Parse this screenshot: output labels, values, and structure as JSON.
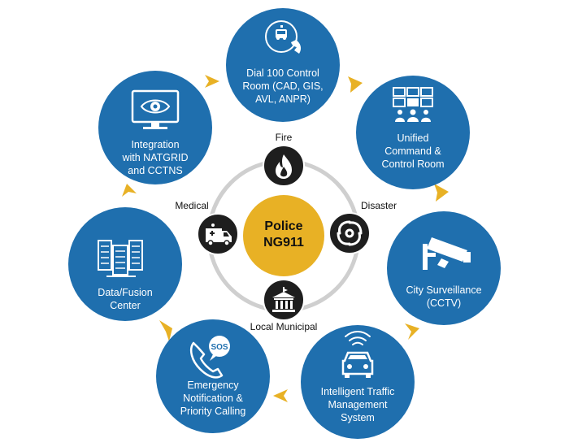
{
  "center": {
    "lines": [
      "Police",
      "NG911"
    ],
    "color": "#E8B125"
  },
  "services": [
    {
      "id": "fire",
      "label": "Fire",
      "icon": "flame-icon"
    },
    {
      "id": "disaster",
      "label": "Disaster",
      "icon": "hurricane-icon"
    },
    {
      "id": "local-municipal",
      "label": "Local Municipal",
      "icon": "building-icon"
    },
    {
      "id": "medical",
      "label": "Medical",
      "icon": "ambulance-icon"
    }
  ],
  "nodes": [
    {
      "id": "dial-100",
      "lines": [
        "Dial 100 Control",
        "Room (CAD, GIS,",
        "AVL, ANPR)"
      ],
      "icon": "phone-car-icon"
    },
    {
      "id": "unified-command",
      "lines": [
        "Unified",
        "Command &",
        "Control Room"
      ],
      "icon": "control-room-icon"
    },
    {
      "id": "city-surveillance",
      "lines": [
        "City Surveillance",
        "(CCTV)"
      ],
      "icon": "cctv-camera-icon"
    },
    {
      "id": "intelligent-traffic",
      "lines": [
        "Intelligent Traffic",
        "Management",
        "System"
      ],
      "icon": "connected-car-icon"
    },
    {
      "id": "emergency-notification",
      "lines": [
        "Emergency",
        "Notification &",
        "Priority Calling"
      ],
      "icon": "sos-phone-icon"
    },
    {
      "id": "data-fusion",
      "lines": [
        "Data/Fusion",
        "Center"
      ],
      "icon": "server-icon"
    },
    {
      "id": "integration",
      "lines": [
        "Integration",
        "with NATGRID",
        "and CCTNS"
      ],
      "icon": "eye-monitor-icon"
    }
  ],
  "colors": {
    "node_blue": "#1F6FAE",
    "arrow_gold": "#E8B125",
    "ring_gray": "#CFCFCF",
    "service_dark": "#1E1E1E"
  }
}
